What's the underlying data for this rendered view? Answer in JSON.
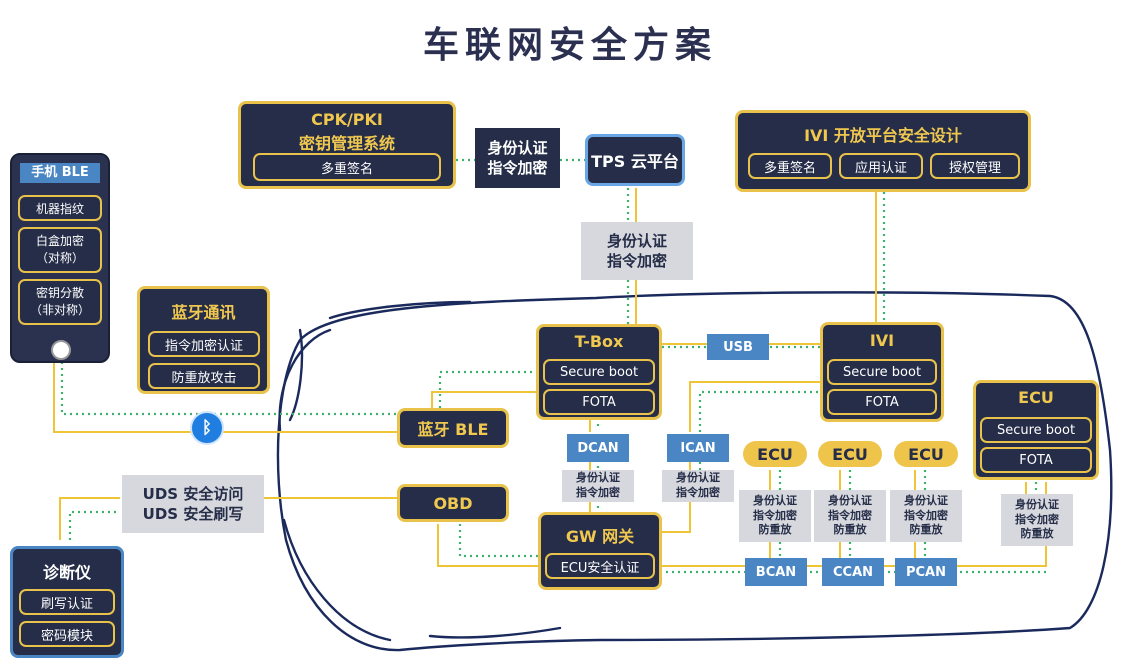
{
  "title": "车联网安全方案",
  "cpk": {
    "title_line1": "CPK/PKI",
    "title_line2": "密钥管理系统",
    "item": "多重签名"
  },
  "auth_top": {
    "line1": "身份认证",
    "line2": "指令加密"
  },
  "tps": {
    "label": "TPS 云平台"
  },
  "ivi_design": {
    "title": "IVI 开放平台安全设计",
    "items": [
      "多重签名",
      "应用认证",
      "授权管理"
    ]
  },
  "auth_mid": {
    "line1": "身份认证",
    "line2": "指令加密"
  },
  "phone": {
    "title": "手机 BLE",
    "items": [
      "机器指纹",
      "白盒加密\n（对称）",
      "密钥分散\n（非对称）"
    ]
  },
  "bt_comm": {
    "title": "蓝牙通讯",
    "items": [
      "指令加密认证",
      "防重放攻击"
    ]
  },
  "tbox": {
    "title": "T-Box",
    "items": [
      "Secure boot",
      "FOTA"
    ]
  },
  "usb": "USB",
  "ivi": {
    "title": "IVI",
    "items": [
      "Secure boot",
      "FOTA"
    ]
  },
  "ecu_right": {
    "title": "ECU",
    "items": [
      "Secure boot",
      "FOTA"
    ]
  },
  "bluetooth_ble": "蓝牙 BLE",
  "bt_symbol": "ᛒ",
  "dcan": "DCAN",
  "ican": "ICAN",
  "small_auth": {
    "line1": "身份认证",
    "line2": "指令加密",
    "line3": "防重放"
  },
  "ecu_labels": [
    "ECU",
    "ECU",
    "ECU"
  ],
  "uds": {
    "line1": "UDS 安全访问",
    "line2": "UDS 安全刷写"
  },
  "obd": "OBD",
  "gw": {
    "title": "GW 网关",
    "item": "ECU安全认证"
  },
  "bus": [
    "BCAN",
    "CCAN",
    "PCAN"
  ],
  "diag": {
    "title": "诊断仪",
    "items": [
      "刷写认证",
      "密码模块"
    ]
  },
  "colors": {
    "navy": "#252d48",
    "gold": "#e8c24a",
    "wire_green": "#3bb36a",
    "wire_yellow": "#f0c437",
    "can_blue": "#4a86c4",
    "gray": "#d6d8dd"
  }
}
